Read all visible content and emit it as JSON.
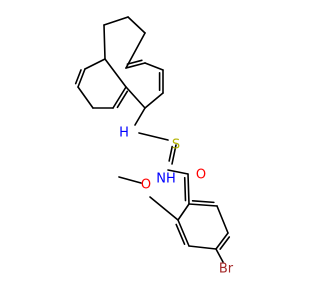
{
  "molecule": {
    "colors": {
      "bond": "#000000",
      "N": "#0000ff",
      "O": "#ff0000",
      "S": "#b3b300",
      "Br": "#a52a2a"
    },
    "atoms": [
      {
        "id": "s",
        "element": "S",
        "label": "S"
      },
      {
        "id": "n1",
        "element": "N",
        "label": "H"
      },
      {
        "id": "n2",
        "element": "N",
        "label": "NH"
      },
      {
        "id": "o1",
        "element": "O",
        "label": "O"
      },
      {
        "id": "o2",
        "element": "O",
        "label": "O"
      },
      {
        "id": "br",
        "element": "Br",
        "label": "Br"
      }
    ]
  }
}
